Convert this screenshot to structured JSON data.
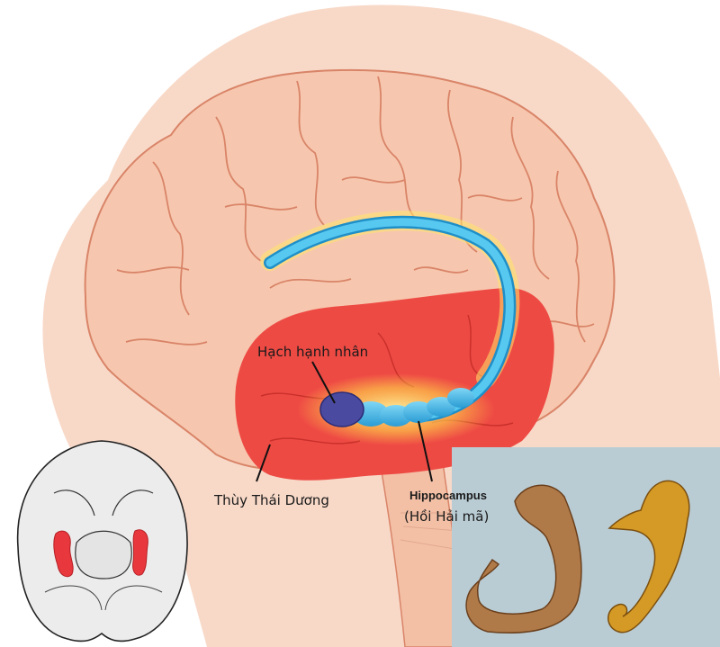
{
  "figure": {
    "type": "anatomical-diagram",
    "subject": "brain-lateral-view-with-limbic-structures",
    "colors": {
      "head_silhouette": "#f8d9c8",
      "brain_fill": "#f6c7ae",
      "brain_sulci": "#d98468",
      "temporal_lobe": "#ee4a44",
      "hippocampus": "#3db4e4",
      "glow": "#ffe66a",
      "amygdala": "#4a4aa0",
      "inset_background": "#b9ccd4",
      "axial_brain": "#ededed",
      "axial_highlight": "#e8383e"
    }
  },
  "labels": {
    "amygdala": "Hạch hạnh nhân",
    "temporal_lobe": "Thùy Thái Dương",
    "hippocampus": "Hippocampus",
    "hippocampus_vi": "(Hồi Hải mã)"
  },
  "insets": {
    "axial_view": {
      "description": "axial-brain-with-hippocampi-highlighted"
    },
    "photo_comparison": {
      "items": [
        "dissected-hippocampus",
        "seahorse"
      ]
    }
  }
}
